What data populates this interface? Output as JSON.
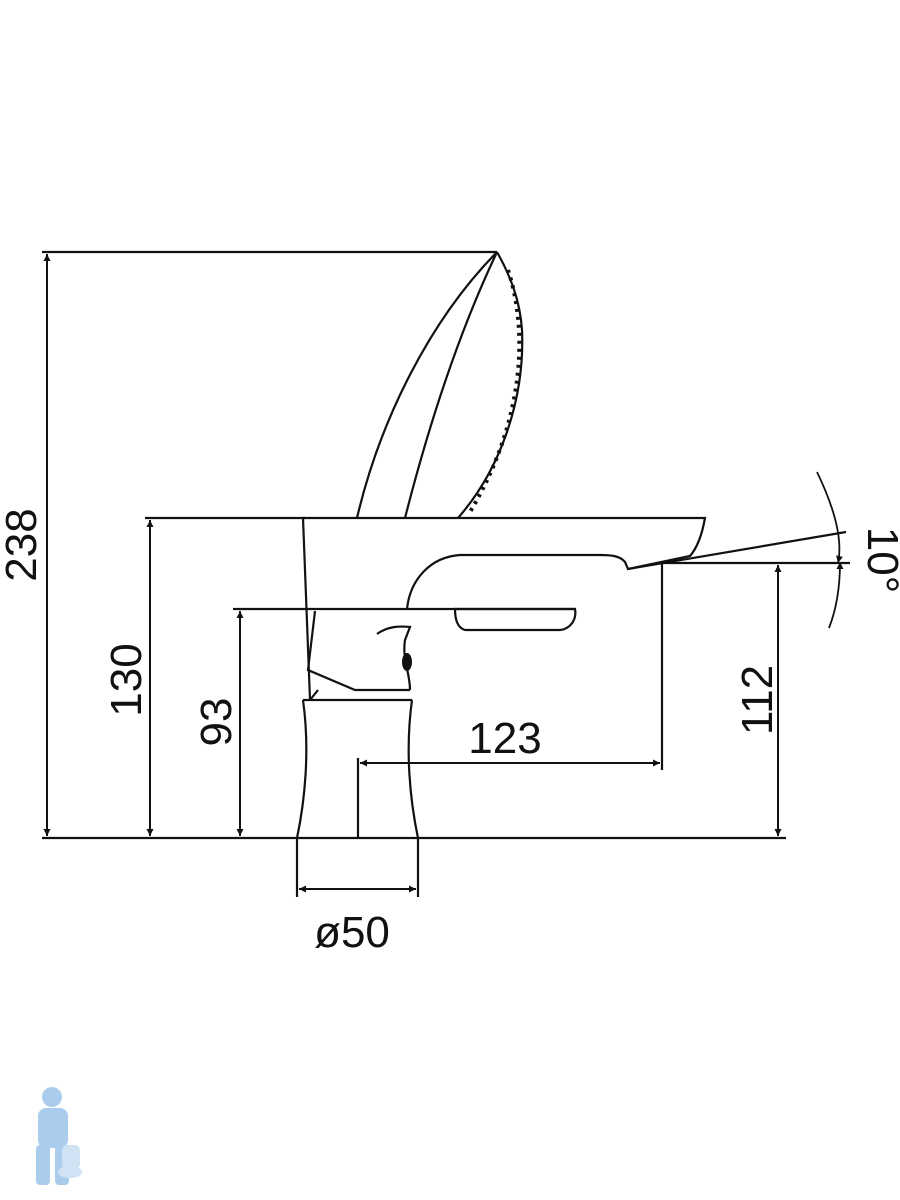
{
  "drawing": {
    "dimensions": {
      "total_height": "238",
      "body_height": "130",
      "handle_height": "93",
      "spout_reach": "123",
      "spout_height": "112",
      "base_diameter": "ø50",
      "spout_angle": "10°"
    },
    "colors": {
      "line": "#111111",
      "logo": "#9cc4ea"
    }
  }
}
